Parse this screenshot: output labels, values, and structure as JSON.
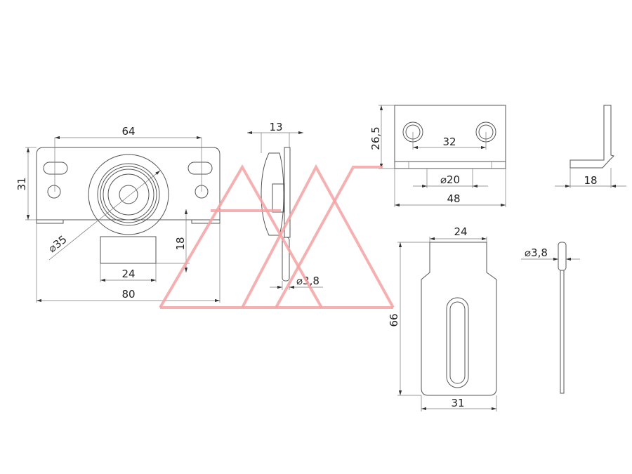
{
  "watermark": {
    "color": "#f3a3a3"
  },
  "line_color": "#555555",
  "views": {
    "front": {
      "width": "80",
      "height": "31",
      "hole_spacing": "64",
      "wheel_diameter": "⌀35",
      "tab_width": "24",
      "tab_height": "18"
    },
    "side": {
      "thickness": "13",
      "pin_diameter": "⌀3,8"
    },
    "bracket_front": {
      "height": "26,5",
      "hole_spacing": "32",
      "bore": "⌀20",
      "width": "48"
    },
    "bracket_side": {
      "depth": "18"
    },
    "plate": {
      "tab_width": "24",
      "height": "66",
      "width": "31"
    },
    "pin": {
      "diameter": "⌀3,8"
    }
  }
}
